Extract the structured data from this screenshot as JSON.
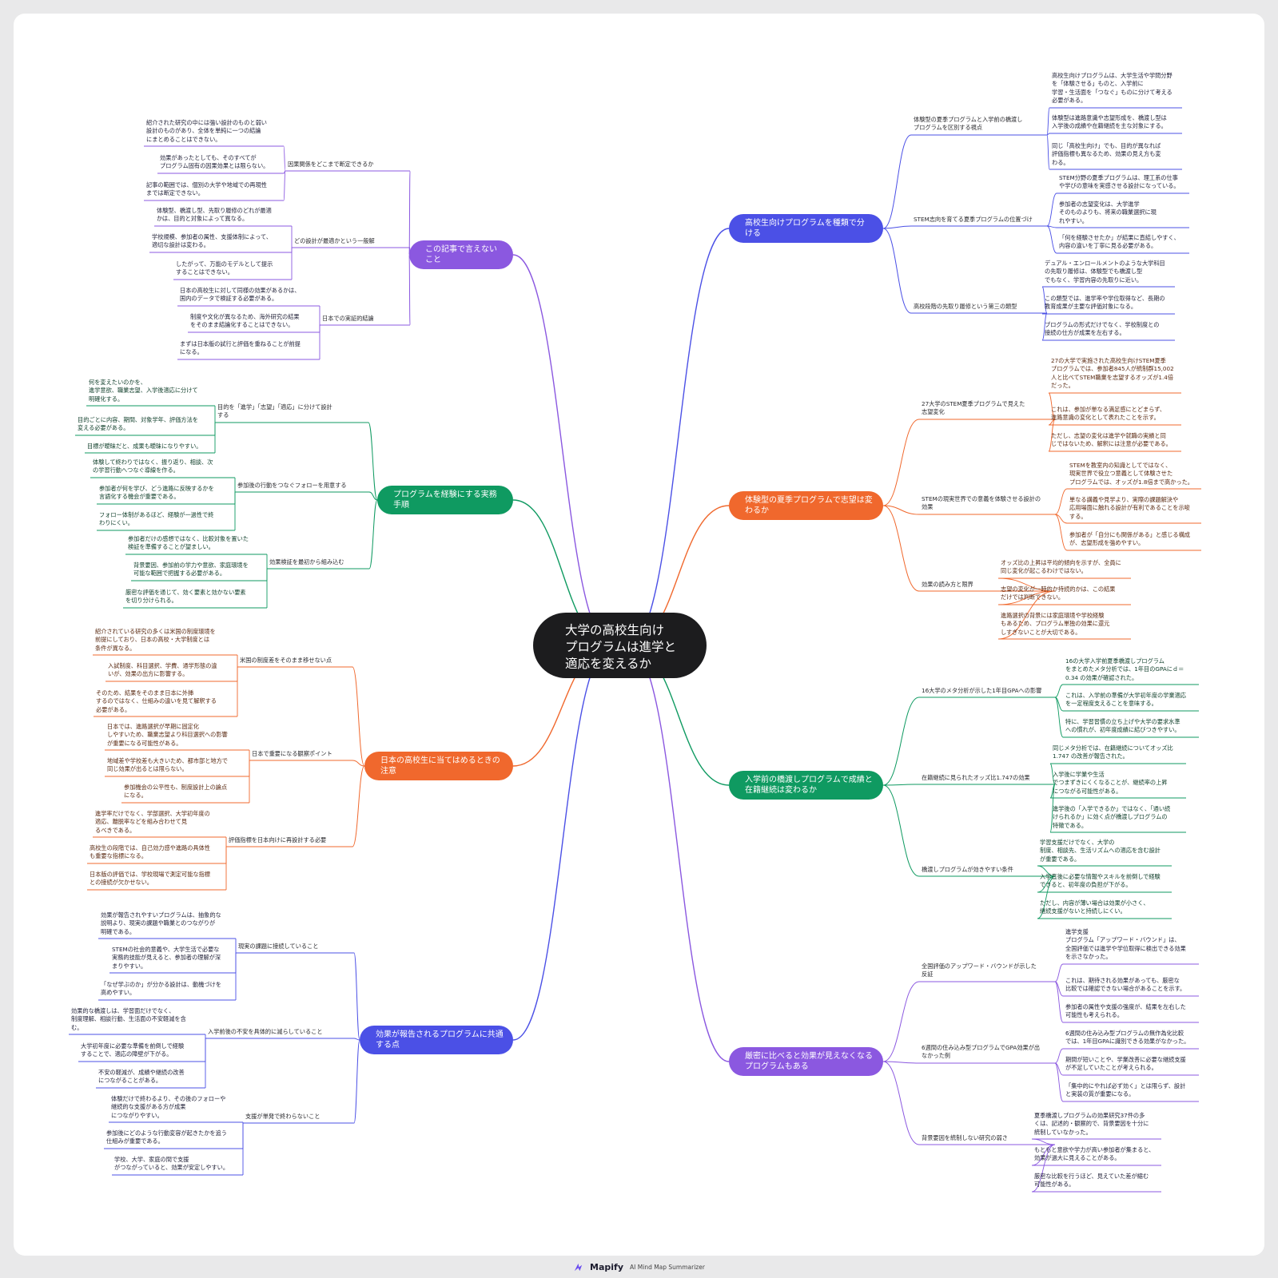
{
  "root": {
    "label": "大学の高校生向け\nプログラムは進学と\n適応を変えるか"
  },
  "footer": {
    "brand": "Mapify",
    "tagline": "AI Mind Map Summarizer",
    "icon": "mapify-logo-icon"
  },
  "colors": {
    "purple": "#8b58e0",
    "blue": "#4b50e6",
    "orange": "#f0682d",
    "green": "#0f9a61",
    "root_bg": "#1c1c1e"
  },
  "branches": [
    {
      "label": "高校生向けプログラムを種類で分\nける",
      "color": "#4b50e6",
      "side": "right",
      "children": [
        {
          "label": "体験型の夏季プログラムと入学前の橋渡し\nプログラムを区別する視点",
          "children": [
            "高校生向けプログラムは、大学生活や学問分野\nを「体験させる」ものと、入学前に\n学習・生活面を「つなぐ」ものに分けて考える\n必要がある。",
            "体験型は進路意識や志望形成を、橋渡し型は\n入学後の成績や在籍継続を主な対象にする。",
            "同じ「高校生向け」でも、目的が異なれば\n評価指標も異なるため、効果の見え方も変\nわる。"
          ]
        },
        {
          "label": "STEM志向を育てる夏季プログラムの位置づけ",
          "children": [
            "STEM分野の夏季プログラムは、理工系の仕事\nや学びの意味を実感させる設計になっている。",
            "参加者の志望変化は、大学進学\nそのものよりも、将来の職業選択に現\nれやすい。",
            "「何を経験させたか」が結果に直結しやすく、\n内容の違いを丁寧に見る必要がある。"
          ]
        },
        {
          "label": "高校段階の先取り履修という第三の類型",
          "children": [
            "デュアル・エンロールメントのような大学科目\nの先取り履修は、体験型でも橋渡し型\nでもなく、学習内容の先取りに近い。",
            "この類型では、進学率や学位取得など、長期の\n教育成果が主要な評価対象になる。",
            "プログラムの形式だけでなく、学校制度との\n接続の仕方が成果を左右する。"
          ]
        }
      ]
    },
    {
      "label": "体験型の夏季プログラムで志望は変\nわるか",
      "color": "#f0682d",
      "side": "right",
      "children": [
        {
          "label": "27大学のSTEM夏季プログラムで見えた\n志望変化",
          "children": [
            "27の大学で実施された高校生向けSTEM夏季\nプログラムでは、参加者845人が統制群15,002\n人と比べてSTEM職業を志望するオッズが1.4倍\nだった。",
            "これは、参加が単なる満足感にとどまらず、\n進路意識の変化として表れたことを示す。",
            "ただし、志望の変化は進学や就職の実績と同\nじではないため、解釈には注意が必要である。"
          ]
        },
        {
          "label": "STEMの現実世界での意義を体験させる設計の\n効果",
          "children": [
            "STEMを教室内の知識としてではなく、\n現実世界で役立つ意義として体験させた\nプログラムでは、オッズが1.8倍まで高かった。",
            "単なる講義や見学より、実際の課題解決や\n応用場面に触れる設計が有利であることを示唆\nする。",
            "参加者が「自分にも関係がある」と感じる構成\nが、志望形成を強めやすい。"
          ]
        },
        {
          "label": "効果の読み方と限界",
          "children": [
            "オッズ比の上昇は平均的傾向を示すが、全員に\n同じ変化が起こるわけではない。",
            "志望の変化が一時的か持続的かは、この結果\nだけでは判断できない。",
            "進路選択の背景には家庭環境や学校経験\nもあるため、プログラム単独の効果に還元\nしすぎないことが大切である。"
          ]
        }
      ]
    },
    {
      "label": "入学前の橋渡しプログラムで成績と\n在籍継続は変わるか",
      "color": "#0f9a61",
      "side": "right",
      "children": [
        {
          "label": "16大学のメタ分析が示した1年目GPAへの影響",
          "children": [
            "16の大学入学前夏季橋渡しプログラム\nをまとめたメタ分析では、1年目のGPAにｄ＝\n0.34 の効果が確認された。",
            "これは、入学前の準備が大学初年度の学業適応\nを一定程度支えることを意味する。",
            "特に、学習習慣の立ち上げや大学の要求水準\nへの慣れが、初年度成績に結びつきやすい。"
          ]
        },
        {
          "label": "在籍継続に見られたオッズ比1.747の効果",
          "children": [
            "同じメタ分析では、在籍継続についてオッズ比\n1.747 の改善が報告された。",
            "入学後に学業や生活\nでつまずきにくくなることが、継続率の上昇\nにつながる可能性がある。",
            "進学後の「入学できるか」ではなく、「通い続\nけられるか」に効く点が橋渡しプログラムの\n特徴である。"
          ]
        },
        {
          "label": "橋渡しプログラムが効きやすい条件",
          "children": [
            "学習支援だけでなく、大学の\n制度、相談先、生活リズムへの適応を含む設計\nが重要である。",
            "入学直後に必要な情報やスキルを前倒しで経験\nできると、初年度の負担が下がる。",
            "ただし、内容が薄い場合は効果が小さく、\n継続支援がないと持続しにくい。"
          ]
        }
      ]
    },
    {
      "label": "厳密に比べると効果が見えなくなる\nプログラムもある",
      "color": "#8b58e0",
      "side": "right",
      "children": [
        {
          "label": "全国評価のアップワード・バウンドが示した\n反証",
          "children": [
            "進学支援\nプログラム「アップワード・バウンド」は、\n全国評価では進学や学位取得に検出できる効果\nを示さなかった。",
            "これは、期待される効果があっても、厳密な\n比較では確認できない場合があることを示す。",
            "参加者の属性や支援の強度が、結果を左右した\n可能性も考えられる。"
          ]
        },
        {
          "label": "6週間の住み込み型プログラムでGPA効果が出\nなかった例",
          "children": [
            "6週間の住み込み型プログラムの無作為化比較\nでは、1年目GPAに識別できる効果がなかった。",
            "期間が短いことや、学業改善に必要な継続支援\nが不足していたことが考えられる。",
            "「集中的にやれば必ず効く」とは限らず、設計\nと実装の質が重要になる。"
          ]
        },
        {
          "label": "背景要因を統制しない研究の弱さ",
          "children": [
            "夏季橋渡しプログラムの効果研究37件の多\nくは、記述的・観察的で、背景要因を十分に\n統制していなかった。",
            "もともと意欲や学力が高い参加者が集まると、\n効果が過大に見えることがある。",
            "厳密な比較を行うほど、見えていた差が縮む\n可能性がある。"
          ]
        }
      ]
    },
    {
      "label": "この記事で言えないこと",
      "color": "#8b58e0",
      "side": "left",
      "children": [
        {
          "label": "因果関係をどこまで断定できるか",
          "children": [
            "紹介された研究の中には強い設計のものと弱い\n設計のものがあり、全体を単純に一つの結論\nにまとめることはできない。",
            "効果があったとしても、そのすべてが\nプログラム固有の因果効果とは限らない。",
            "記事の範囲では、個別の大学や地域での再現性\nまでは断定できない。"
          ]
        },
        {
          "label": "どの設計が最適かという一般解",
          "children": [
            "体験型、橋渡し型、先取り履修のどれが最適\nかは、目的と対象によって異なる。",
            "学校規模、参加者の属性、支援体制によって、\n適切な設計は変わる。",
            "したがって、万能のモデルとして提示\nすることはできない。"
          ]
        },
        {
          "label": "日本での実証的結論",
          "children": [
            "日本の高校生に対して同様の効果があるかは、\n国内のデータで検証する必要がある。",
            "制度や文化が異なるため、海外研究の結果\nをそのまま結論化することはできない。",
            "まずは日本版の試行と評価を重ねることが前提\nになる。"
          ]
        }
      ]
    },
    {
      "label": "プログラムを経験にする実務手順",
      "color": "#0f9a61",
      "side": "left",
      "children": [
        {
          "label": "目的を「進学」「志望」「適応」に分けて設計\nする",
          "children": [
            "何を変えたいのかを、\n進学意欲、職業志望、入学後適応に分けて\n明確化する。",
            "目的ごとに内容、期間、対象学年、評価方法を\n変える必要がある。",
            "目標が曖昧だと、成果も曖昧になりやすい。"
          ]
        },
        {
          "label": "参加後の行動をつなぐフォローを用意する",
          "children": [
            "体験して終わりではなく、振り返り、相談、次\nの学習行動へつなぐ導線を作る。",
            "参加者が何を学び、どう進路に反映するかを\n言語化する機会が重要である。",
            "フォロー体制があるほど、経験が一過性で終\nわりにくい。"
          ]
        },
        {
          "label": "効果検証を最初から組み込む",
          "children": [
            "参加者だけの感想ではなく、比較対象を置いた\n検証を準備することが望ましい。",
            "背景要因、参加前の学力や意欲、家庭環境を\n可能な範囲で把握する必要がある。",
            "厳密な評価を通じて、効く要素と効かない要素\nを切り分けられる。"
          ]
        }
      ]
    },
    {
      "label": "日本の高校生に当てはめるときの\n注意",
      "color": "#f0682d",
      "side": "left",
      "children": [
        {
          "label": "米国の制度差をそのまま移せない点",
          "children": [
            "紹介されている研究の多くは米国の制度環境を\n前提にしており、日本の高校・大学制度とは\n条件が異なる。",
            "入試制度、科目選択、学費、通学形態の違\nいが、効果の出方に影響する。",
            "そのため、結果をそのまま日本に外挿\nするのではなく、仕組みの違いを見て解釈する\n必要がある。"
          ]
        },
        {
          "label": "日本で重要になる観察ポイント",
          "children": [
            "日本では、進路選択が早期に固定化\nしやすいため、職業志望より科目選択への影響\nが重要になる可能性がある。",
            "地域差や学校差も大きいため、都市部と地方で\n同じ効果が出るとは限らない。",
            "参加機会の公平性も、制度設計上の論点\nになる。"
          ]
        },
        {
          "label": "評価指標を日本向けに再設計する必要",
          "children": [
            "進学率だけでなく、学部選択、大学初年度の\n適応、離脱率などを組み合わせて見\nるべきである。",
            "高校生の段階では、自己効力感や進路の具体性\nも重要な指標になる。",
            "日本版の評価では、学校現場で測定可能な指標\nとの接続が欠かせない。"
          ]
        }
      ]
    },
    {
      "label": "効果が報告されるプログラムに共通\nする点",
      "color": "#4b50e6",
      "side": "left",
      "children": [
        {
          "label": "現実の課題に接続していること",
          "children": [
            "効果が報告されやすいプログラムは、抽象的な\n説明より、現実の課題や職業とのつながりが\n明確である。",
            "STEMの社会的意義や、大学生活で必要な\n実務的技能が見えると、参加者の理解が深\nまりやすい。",
            "「なぜ学ぶのか」が分かる設計は、動機づけを\n高めやすい。"
          ]
        },
        {
          "label": "入学前後の不安を具体的に減らしていること",
          "children": [
            "効果的な橋渡しは、学習面だけでなく、\n制度理解、相談行動、生活面の不安軽減を含\nむ。",
            "大学初年度に必要な準備を前倒しで経験\nすることで、適応の障壁が下がる。",
            "不安の軽減が、成績や継続の改善\nにつながることがある。"
          ]
        },
        {
          "label": "支援が単発で終わらないこと",
          "children": [
            "体験だけで終わるより、その後のフォローや\n継続的な支援がある方が成果\nにつながりやすい。",
            "参加後にどのような行動変容が起きたかを追う\n仕組みが重要である。",
            "学校、大学、家庭の間で支援\nがつながっていると、効果が安定しやすい。"
          ]
        }
      ]
    }
  ]
}
